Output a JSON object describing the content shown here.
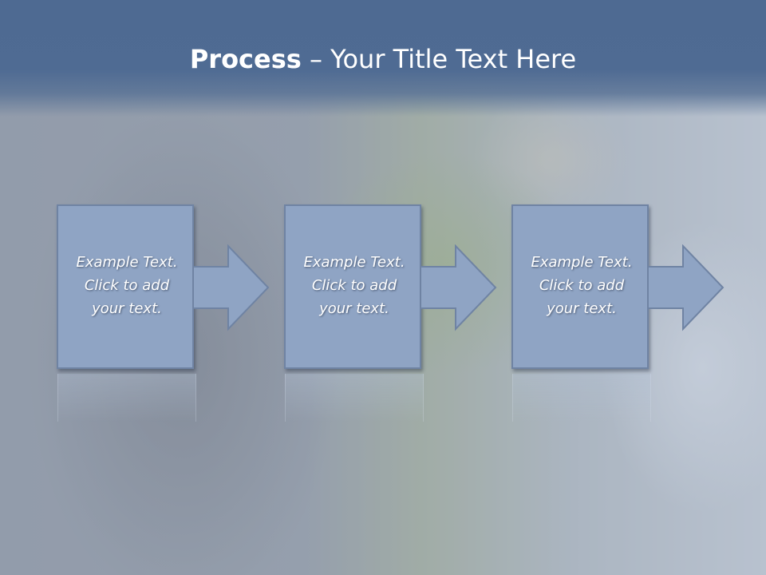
{
  "slide": {
    "title_bold": "Process",
    "title_rest": " – Your Title Text Here"
  },
  "steps": [
    {
      "line1": "Example Text.",
      "line2": "Click  to add",
      "line3": "your text."
    },
    {
      "line1": "Example Text.",
      "line2": "Click  to add",
      "line3": "your text."
    },
    {
      "line1": "Example Text.",
      "line2": "Click  to add",
      "line3": "your text."
    }
  ],
  "colors": {
    "title_bar": "#4f6b93",
    "box_fill": "#8fa4c4",
    "box_border": "#6f83a3"
  }
}
